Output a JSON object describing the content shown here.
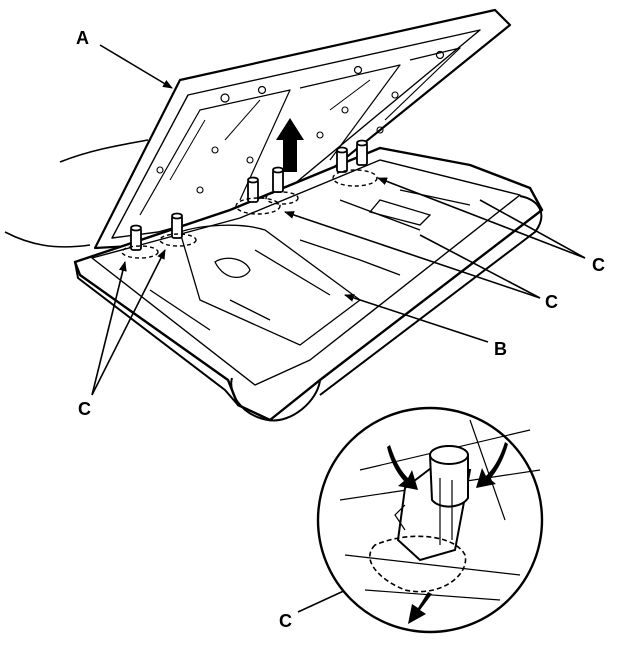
{
  "callouts": {
    "a": "A",
    "b": "B",
    "c_right_upper": "C",
    "c_right_lower": "C",
    "c_left": "C",
    "c_detail": "C"
  },
  "colors": {
    "ink": "#000000",
    "paper": "#ffffff"
  },
  "icons": {
    "lift_arrow": "up-arrow-icon",
    "pull_arrow": "down-arrow-icon",
    "rotate_arrows": "rotate-arrow-icon"
  }
}
